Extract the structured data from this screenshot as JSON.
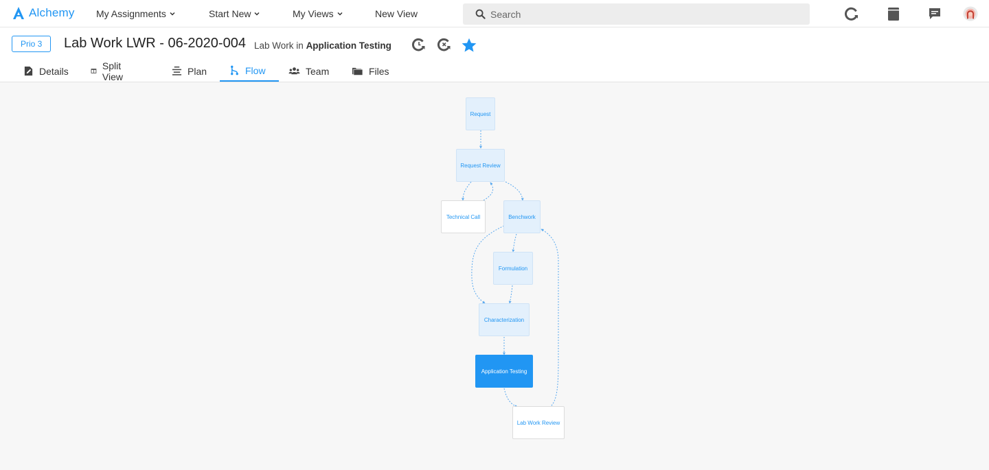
{
  "app": {
    "name": "Alchemy",
    "brand_color": "#2196f3"
  },
  "nav": {
    "items": [
      {
        "label": "My Assignments",
        "dropdown": true
      },
      {
        "label": "Start New",
        "dropdown": true
      },
      {
        "label": "My Views",
        "dropdown": true
      },
      {
        "label": "New View",
        "dropdown": false
      }
    ],
    "search_placeholder": "Search",
    "icons": [
      "history-icon",
      "notebook-icon",
      "chat-icon",
      "avatar"
    ]
  },
  "record": {
    "priority": "Prio 3",
    "title": "Lab Work LWR - 06-2020-004",
    "subtitle_prefix": "Lab Work in",
    "subtitle_location": "Application Testing",
    "favorite": true
  },
  "tabs": [
    {
      "label": "Details",
      "icon": "document-edit-icon",
      "active": false
    },
    {
      "label": "Split View",
      "icon": "split-view-icon",
      "active": false
    },
    {
      "label": "Plan",
      "icon": "plan-icon",
      "active": false
    },
    {
      "label": "Flow",
      "icon": "flow-icon",
      "active": true
    },
    {
      "label": "Team",
      "icon": "team-icon",
      "active": false
    },
    {
      "label": "Files",
      "icon": "files-icon",
      "active": false
    }
  ],
  "flow": {
    "nodes": [
      {
        "label": "Request",
        "state": "completed"
      },
      {
        "label": "Request Review",
        "state": "completed"
      },
      {
        "label": "Technical Call",
        "state": "not-started"
      },
      {
        "label": "Benchwork",
        "state": "completed"
      },
      {
        "label": "Formulation",
        "state": "completed"
      },
      {
        "label": "Characterization",
        "state": "completed"
      },
      {
        "label": "Application Testing",
        "state": "current"
      },
      {
        "label": "Lab Work Review",
        "state": "not-started"
      }
    ]
  }
}
